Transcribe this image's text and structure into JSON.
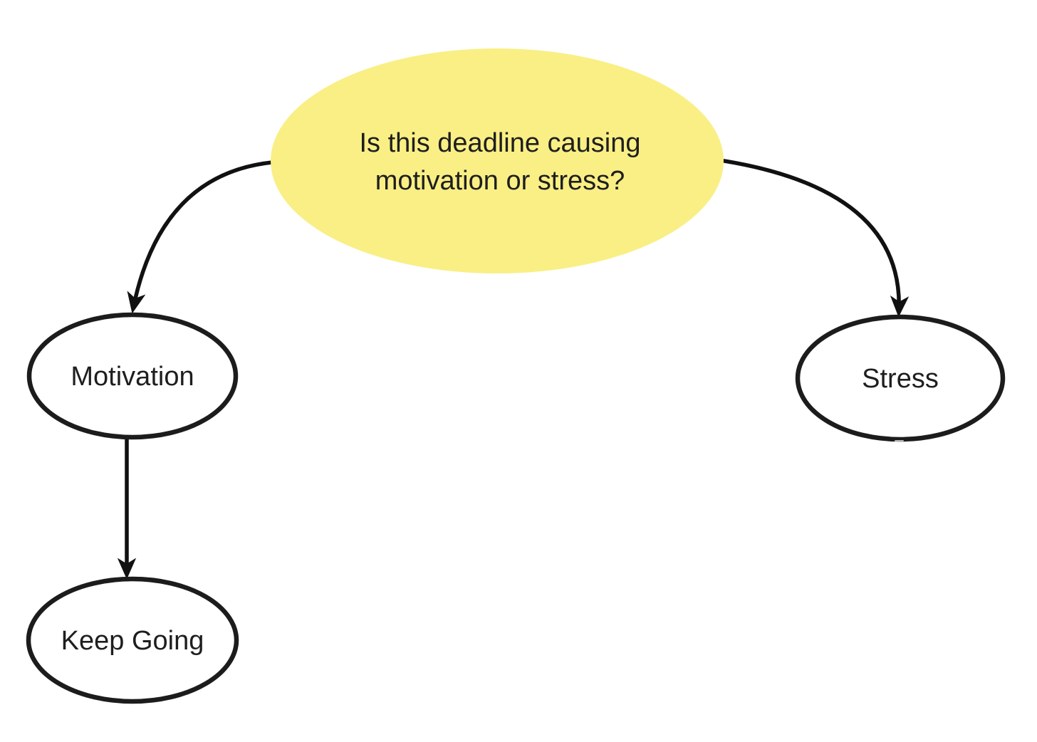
{
  "diagram": {
    "type": "flowchart",
    "background_color": "#FFFFFF",
    "stroke_color": "#1C1C1C",
    "text_color": "#1E1E1E",
    "nodes": {
      "question": {
        "shape": "ellipse",
        "label": "Is this deadline causing motivation or stress?",
        "lines": [
          "Is this deadline causing",
          "motivation or stress?"
        ],
        "fill": "#F9EF85"
      },
      "motivation": {
        "shape": "ellipse",
        "label": "Motivation",
        "fill": "#FFFFFF"
      },
      "stress": {
        "shape": "ellipse",
        "label": "Stress",
        "fill": "#FFFFFF"
      },
      "keep_going": {
        "shape": "ellipse",
        "label": "Keep Going",
        "fill": "#FFFFFF"
      }
    },
    "edges": [
      {
        "from": "question",
        "to": "motivation",
        "style": "curved",
        "arrow": "end"
      },
      {
        "from": "question",
        "to": "stress",
        "style": "curved",
        "arrow": "end"
      },
      {
        "from": "motivation",
        "to": "keep_going",
        "style": "straight",
        "arrow": "end"
      }
    ]
  }
}
